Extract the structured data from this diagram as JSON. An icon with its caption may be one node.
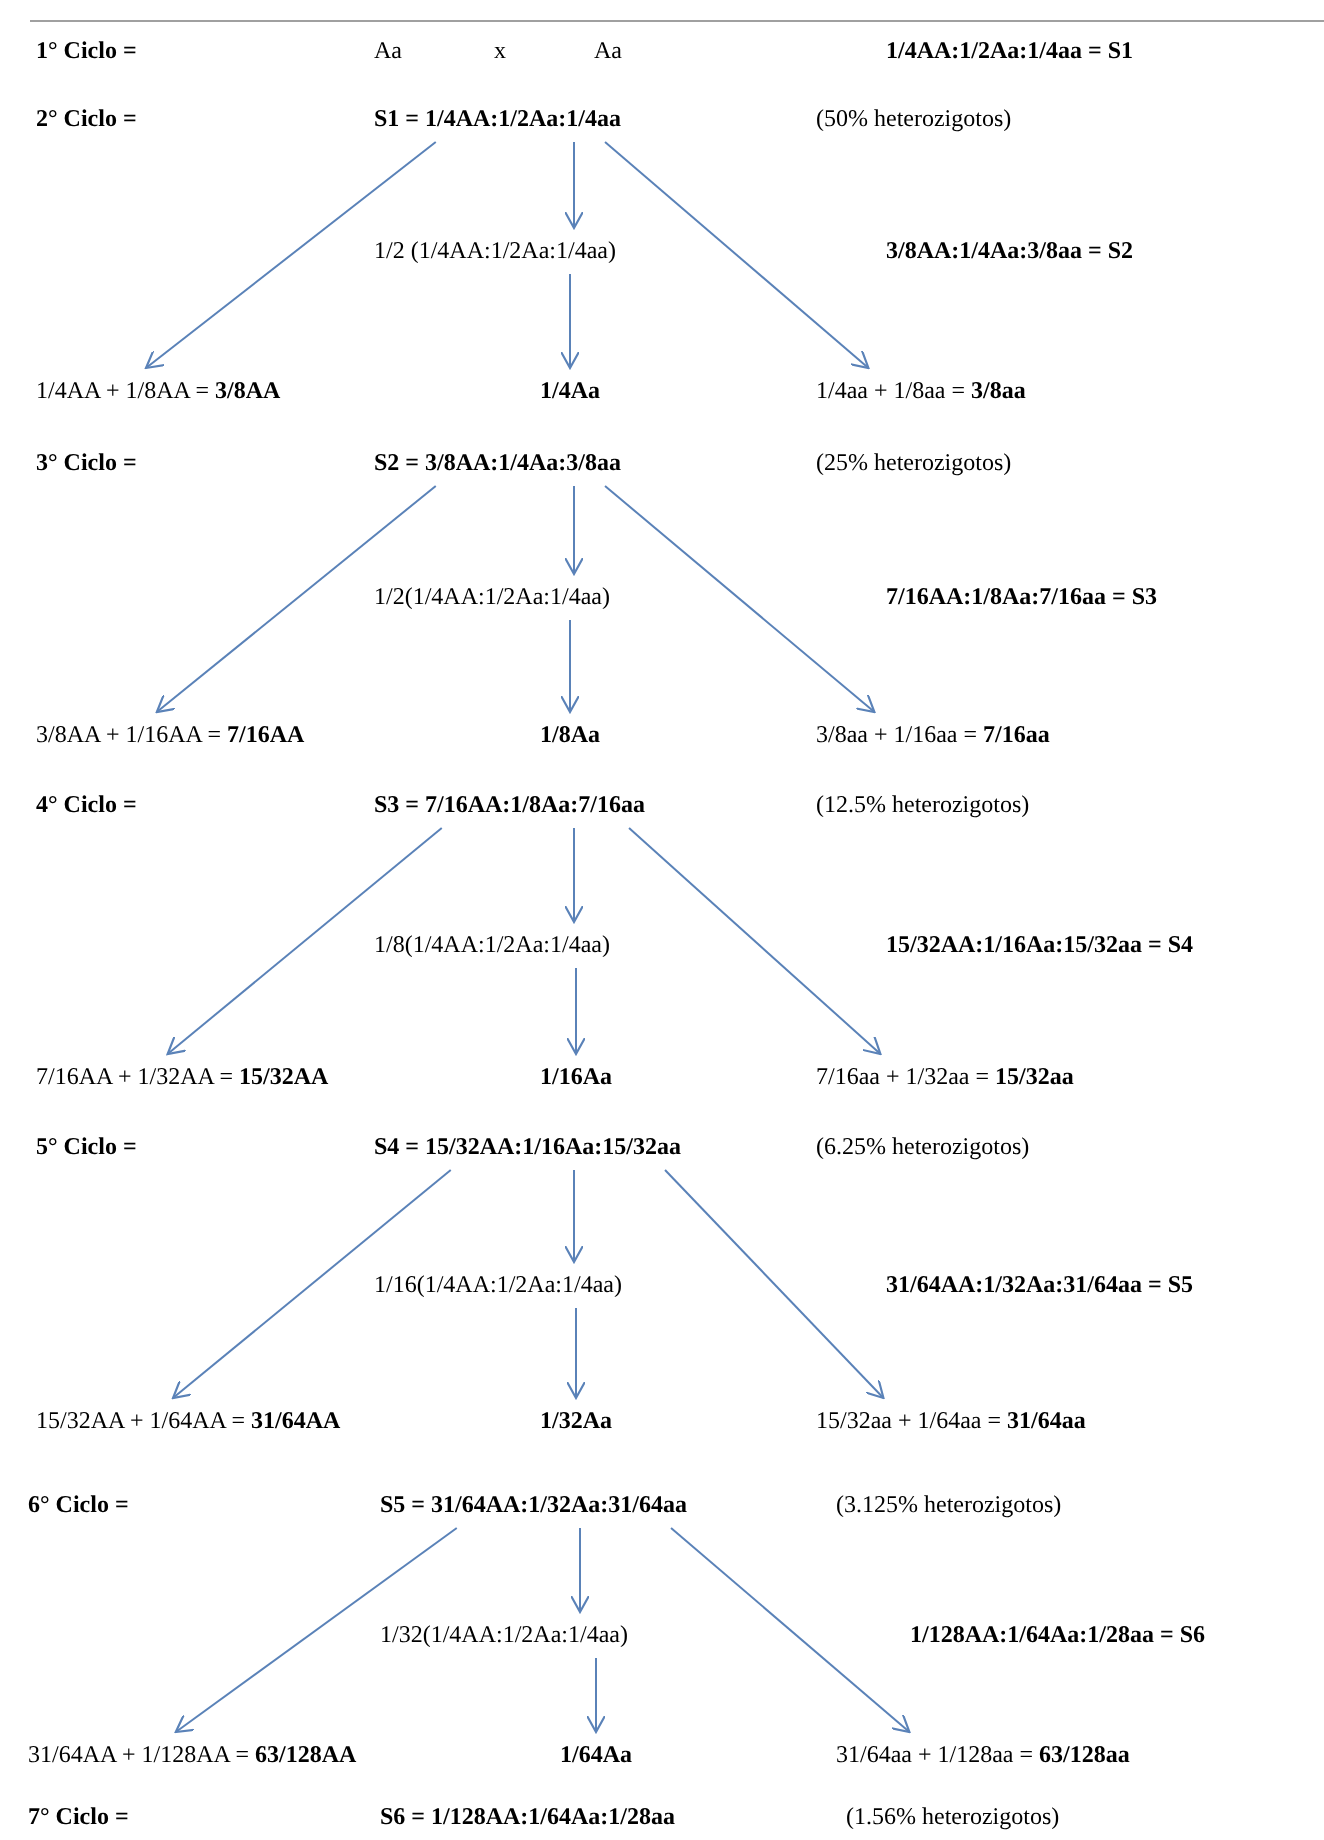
{
  "diagram": {
    "nodes": [
      {
        "text": [
          "S1 = 1/4AA:1/2Aa:1/4aa"
        ]
      },
      {
        "text": [
          "1/2 (1/4AA:1/2Aa:1/4aa)"
        ]
      },
      {
        "text": [
          "1/4AA + 1/8AA = **3/8AA**"
        ]
      },
      {
        "text": [
          "1/4Aa"
        ]
      },
      {
        "text": [
          "1/4aa + 1/8aa = **3/8aa**"
        ]
      },
      {
        "text": [
          "S2 = 3/8AA:1/4Aa:3/8aa"
        ]
      },
      {
        "text": [
          "1/2(1/4AA:1/2Aa:1/4aa)"
        ]
      },
      {
        "text": [
          "3/8AA + 1/16AA = **7/16AA**"
        ]
      },
      {
        "text": [
          "1/8Aa"
        ]
      },
      {
        "text": [
          "3/8aa + 1/16aa = **7/16aa**"
        ]
      },
      {
        "text": [
          "S3 = 7/16AA:1/8Aa:7/16aa"
        ]
      },
      {
        "text": [
          "1/8(1/4AA:1/2Aa:1/4aa)"
        ]
      },
      {
        "text": [
          "7/16AA + 1/32AA = **15/32AA**"
        ]
      },
      {
        "text": [
          "1/16Aa"
        ]
      },
      {
        "text": [
          "7/16aa + 1/32aa = **15/32aa**"
        ]
      },
      {
        "text": [
          "S4 = 15/32AA:1/16Aa:15/32aa"
        ]
      },
      {
        "text": [
          "1/16(1/4AA:1/2Aa:1/4aa)"
        ]
      },
      {
        "text": [
          "15/32AA + 1/64AA = **31/64AA**"
        ]
      },
      {
        "text": [
          "1/32Aa"
        ]
      },
      {
        "text": [
          "15/32aa + 1/64aa = **31/64aa**"
        ]
      },
      {
        "text": [
          "S5 = 31/64AA:1/32Aa:31/64aa"
        ]
      },
      {
        "text": [
          "1/32(1/4AA:1/2Aa:1/4aa)"
        ]
      },
      {
        "text": [
          "31/64AA + 1/128AA = **63/128AA**"
        ]
      },
      {
        "text": [
          "1/64Aa"
        ]
      },
      {
        "text": [
          "31/64aa + 1/128aa = **63/128aa**"
        ]
      }
    ],
    "edges": [
      {
        "from": 0,
        "to": 2,
        "arrow": "to"
      },
      {
        "from": 0,
        "to": 1,
        "arrow": "to"
      },
      {
        "from": 1,
        "to": 3,
        "arrow": "to"
      },
      {
        "from": 0,
        "to": 4,
        "arrow": "to"
      },
      {
        "from": 5,
        "to": 7,
        "arrow": "to"
      },
      {
        "from": 5,
        "to": 6,
        "arrow": "to"
      },
      {
        "from": 6,
        "to": 8,
        "arrow": "to"
      },
      {
        "from": 5,
        "to": 9,
        "arrow": "to"
      },
      {
        "from": 10,
        "to": 12,
        "arrow": "to"
      },
      {
        "from": 10,
        "to": 11,
        "arrow": "to"
      },
      {
        "from": 11,
        "to": 13,
        "arrow": "to"
      },
      {
        "from": 10,
        "to": 14,
        "arrow": "to"
      },
      {
        "from": 15,
        "to": 17,
        "arrow": "to"
      },
      {
        "from": 15,
        "to": 16,
        "arrow": "to"
      },
      {
        "from": 16,
        "to": 18,
        "arrow": "to"
      },
      {
        "from": 15,
        "to": 19,
        "arrow": "to"
      },
      {
        "from": 20,
        "to": 22,
        "arrow": "to"
      },
      {
        "from": 20,
        "to": 21,
        "arrow": "to"
      },
      {
        "from": 21,
        "to": 23,
        "arrow": "to"
      },
      {
        "from": 20,
        "to": 24,
        "arrow": "to"
      }
    ],
    "labels": [
      "1° Ciclo =",
      "Aa",
      "x",
      "Aa",
      "1/4AA:1/2Aa:1/4aa = S1",
      "2° Ciclo =",
      "(50% heterozigotos)",
      "3/8AA:1/4Aa:3/8aa = S2",
      "3° Ciclo =",
      "(25% heterozigotos)",
      "7/16AA:1/8Aa:7/16aa = S3",
      "4° Ciclo =",
      "(12.5% heterozigotos)",
      "15/32AA:1/16Aa:15/32aa = S4",
      "5° Ciclo =",
      "(6.25% heterozigotos)",
      "31/64AA:1/32Aa:31/64aa = S5",
      "6° Ciclo =",
      "(3.125% heterozigotos)",
      "1/128AA:1/64Aa:1/28aa = S6",
      "7° Ciclo =",
      "S6 = 1/128AA:1/64Aa:1/28aa",
      "(1.56% heterozigotos)"
    ]
  }
}
